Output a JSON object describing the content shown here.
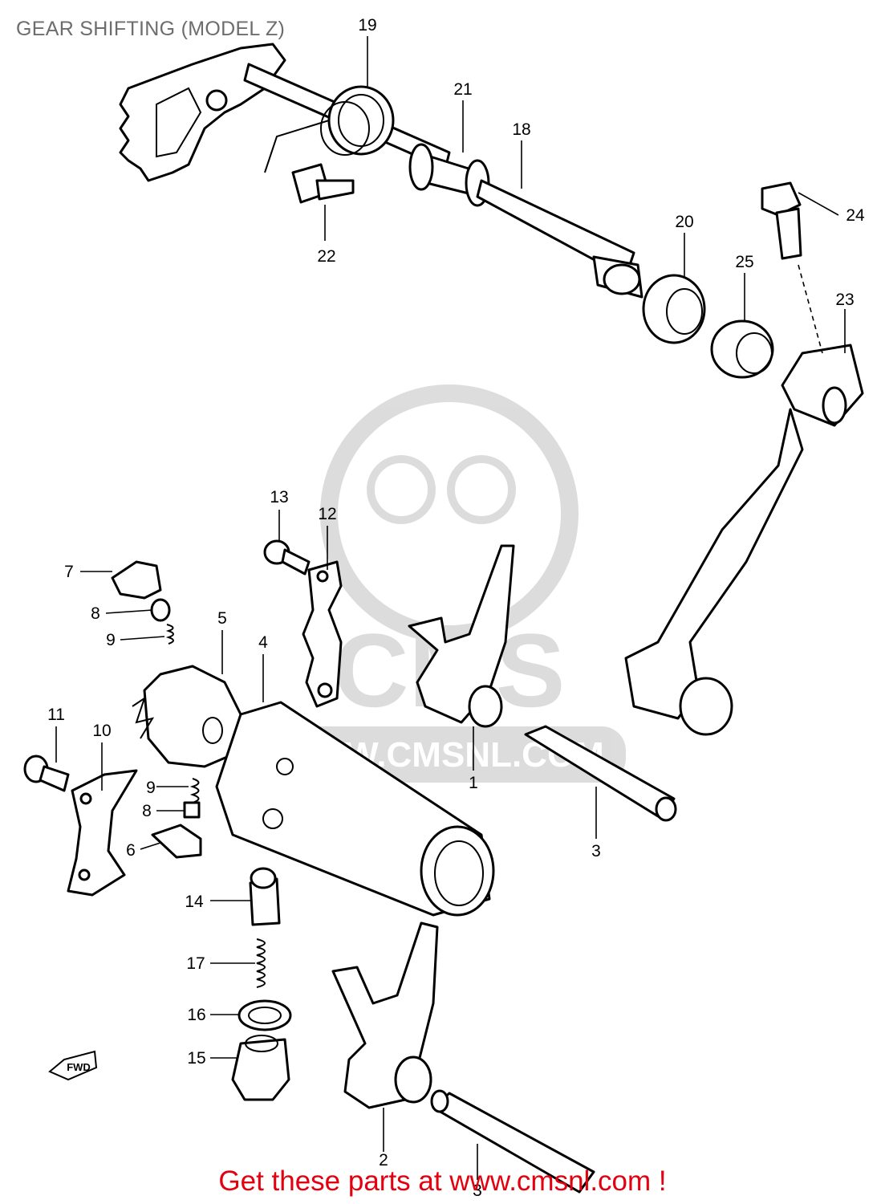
{
  "title": "GEAR SHIFTING (MODEL Z)",
  "promo": "Get these parts at www.cmsnl.com !",
  "watermark": {
    "logo_text": "CMS",
    "url_text": "WWW.CMSNL.COM",
    "color": "#d9d9d9"
  },
  "fwd_label": "FWD",
  "callouts": {
    "c1": "1",
    "c2": "2",
    "c3a": "3",
    "c3b": "3",
    "c4": "4",
    "c5": "5",
    "c6": "6",
    "c7": "7",
    "c8a": "8",
    "c8b": "8",
    "c9a": "9",
    "c9b": "9",
    "c10": "10",
    "c11": "11",
    "c12": "12",
    "c13": "13",
    "c14": "14",
    "c15": "15",
    "c16": "16",
    "c17": "17",
    "c18": "18",
    "c19": "19",
    "c20": "20",
    "c21": "21",
    "c22": "22",
    "c23": "23",
    "c24": "24",
    "c25": "25"
  },
  "colors": {
    "promo": "#e3000f",
    "title": "#6d6d6d",
    "ink": "#000000"
  }
}
